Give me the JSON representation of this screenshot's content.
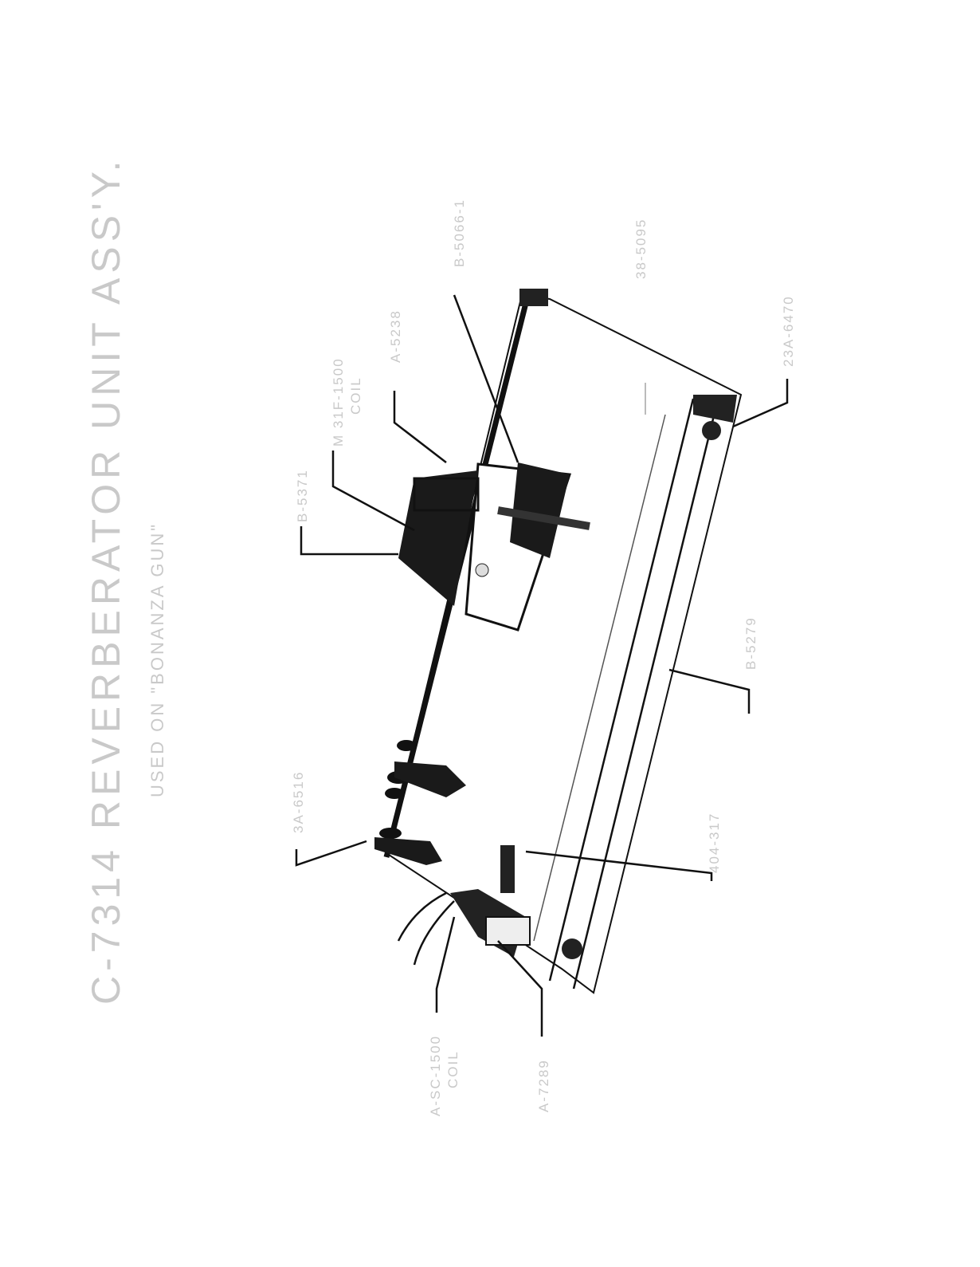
{
  "title": "C-7314   REVERBERATOR UNIT ASS'Y.",
  "subtitle": "USED ON \"BONANZA GUN\"",
  "labels": {
    "b5066": "B-5066-1",
    "a5238": "A-5238",
    "coil_top": "M 31F-1500",
    "coil_top_2": "COIL",
    "b5371": "B-5371",
    "b5095": "38-5095",
    "a6470": "23A-6470",
    "b5279": "B-5279",
    "a6516": "3A-6516",
    "p404": "404-317",
    "coil_bottom": "A-SC-1500",
    "coil_bottom_2": "COIL",
    "a7289": "A-7289"
  }
}
